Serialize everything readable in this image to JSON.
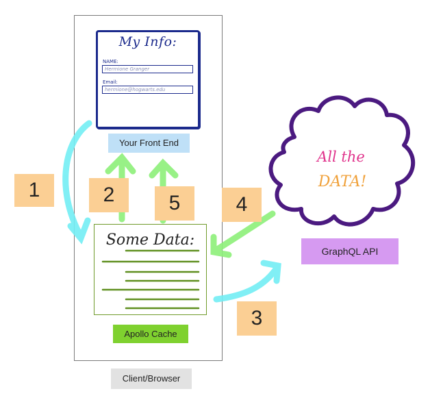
{
  "form": {
    "title": "My Info:",
    "name_label": "NAME:",
    "name_value": "Hermione Granger",
    "email_label": "Email:",
    "email_value": "hermione@hogwarts.edu"
  },
  "labels": {
    "front_end": "Your Front End",
    "graphql_api": "GraphQL API",
    "apollo_cache": "Apollo Cache",
    "client_browser": "Client/Browser"
  },
  "cache": {
    "title": "Some Data:"
  },
  "cloud": {
    "line1": "All the",
    "line2": "DATA!"
  },
  "steps": [
    "1",
    "2",
    "3",
    "4",
    "5"
  ],
  "colors": {
    "form_border": "#1b2a8c",
    "cyan_arrow": "#73eef4",
    "green_arrow": "#8df07a",
    "cloud_outline": "#4b1a80",
    "cloud_text_pink": "#e0348c",
    "cloud_text_orange": "#f0a13a",
    "cache_lines": "#5f8f1f",
    "step_badge": "#fbcf94"
  }
}
